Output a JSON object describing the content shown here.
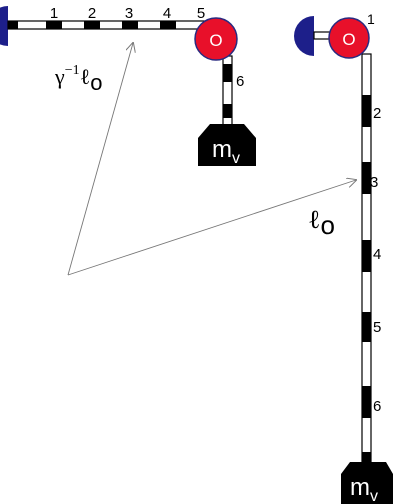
{
  "colors": {
    "mount": "#1d1f8a",
    "pulley": "#e8102a",
    "pulley_ring": "#2a2a80",
    "pulley_hole": "#ffffff",
    "rod_fill": "#ffffff",
    "rod_stroke": "#000000",
    "mark": "#000000",
    "arrow": "#777777",
    "mass": "#000000",
    "mass_text": "#ffffff"
  },
  "left_setup": {
    "tick_labels": [
      "1",
      "2",
      "3",
      "4",
      "5"
    ],
    "pulley_label": "O",
    "vertical_tick_label": "6",
    "mass_label_main": "m",
    "mass_label_sub": "v",
    "length_label_main": "γ",
    "length_label_sup": "−1",
    "length_label_ell": "ℓ",
    "length_label_sub": "o"
  },
  "right_setup": {
    "top_label": "1",
    "pulley_label": "O",
    "tick_labels": [
      "2",
      "3",
      "4",
      "5",
      "6"
    ],
    "mass_label_main": "m",
    "mass_label_sub": "v",
    "length_label_ell": "ℓ",
    "length_label_sub": "o"
  }
}
